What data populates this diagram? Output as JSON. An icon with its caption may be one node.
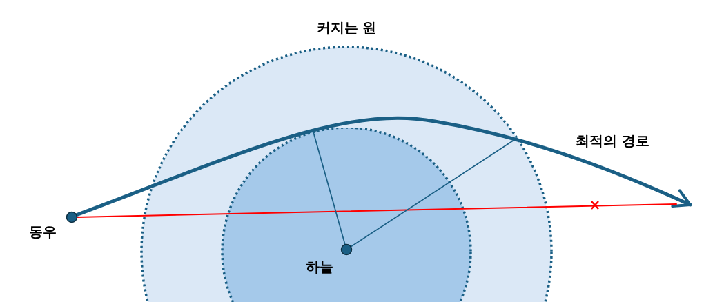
{
  "diagram": {
    "nodes": [
      {
        "text": [
          "커지는 원"
        ]
      },
      {
        "text": [],
        "shape": "circle",
        "in": 0
      },
      {
        "text": [
          "동우"
        ]
      },
      {
        "text": [
          "하늘"
        ],
        "in": 1
      }
    ],
    "edges": [
      {
        "from": 2,
        "to": null,
        "arrow": "to",
        "label": "최적의 경로",
        "style": "thick"
      },
      {
        "from": 2,
        "to": null,
        "arrow": "none",
        "color": "#ff0000"
      },
      {
        "from": 3,
        "to": 1,
        "arrow": "none"
      },
      {
        "from": 3,
        "to": 0,
        "arrow": "none"
      }
    ]
  }
}
